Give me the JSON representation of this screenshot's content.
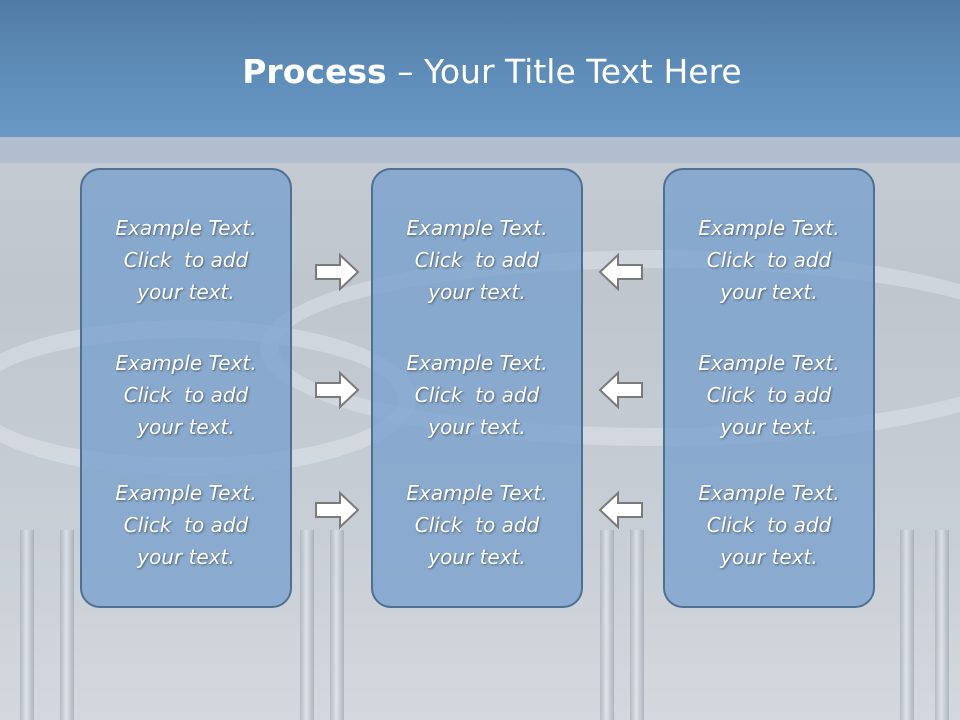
{
  "header": {
    "title_bold": "Process",
    "title_rest": " – Your Title Text Here"
  },
  "columns": [
    {
      "items": [
        {
          "line1": "Example Text.",
          "line2": "Click  to add",
          "line3": "your text."
        },
        {
          "line1": "Example Text.",
          "line2": "Click  to add",
          "line3": "your text."
        },
        {
          "line1": "Example Text.",
          "line2": "Click  to add",
          "line3": "your text."
        }
      ]
    },
    {
      "items": [
        {
          "line1": "Example Text.",
          "line2": "Click  to add",
          "line3": "your text."
        },
        {
          "line1": "Example Text.",
          "line2": "Click  to add",
          "line3": "your text."
        },
        {
          "line1": "Example Text.",
          "line2": "Click  to add",
          "line3": "your text."
        }
      ]
    },
    {
      "items": [
        {
          "line1": "Example Text.",
          "line2": "Click  to add",
          "line3": "your text."
        },
        {
          "line1": "Example Text.",
          "line2": "Click  to add",
          "line3": "your text."
        },
        {
          "line1": "Example Text.",
          "line2": "Click  to add",
          "line3": "your text."
        }
      ]
    }
  ],
  "arrows": {
    "left_group": "right-arrow-icon",
    "right_group": "left-arrow-icon"
  },
  "colors": {
    "header": "#5f8db9",
    "box_fill": "#78a0cd",
    "box_border": "#4f6f93",
    "arrow_fill": "#ffffff",
    "arrow_stroke": "#7a7a7a"
  }
}
